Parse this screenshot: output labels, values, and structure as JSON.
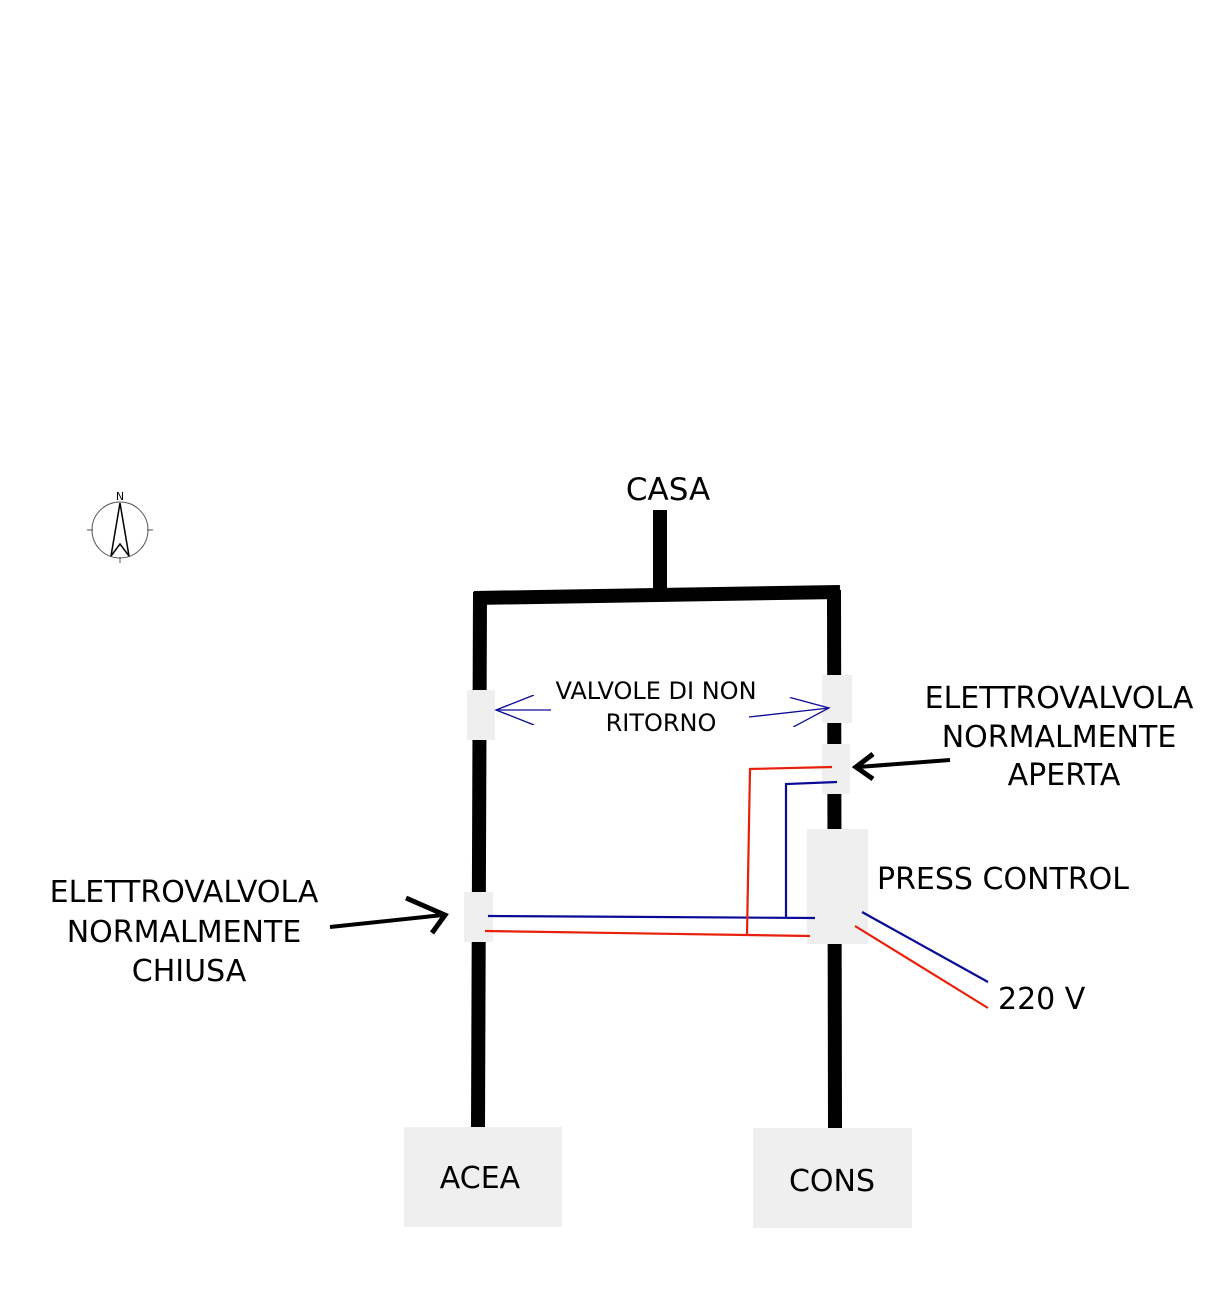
{
  "labels": {
    "casa": "CASA",
    "check_valves": [
      "VALVOLE DI NON",
      "RITORNO"
    ],
    "valve_no": [
      "ELETTROVALVOLA",
      "NORMALMENTE",
      "APERTA"
    ],
    "valve_nc": [
      "ELETTROVALVOLA",
      "NORMALMENTE",
      "CHIUSA"
    ],
    "press_control": "PRESS CONTROL",
    "power": "220 V",
    "acea": "ACEA",
    "cons": "CONS",
    "north": "N"
  },
  "colors": {
    "pipe": "#000000",
    "component": "#efefef",
    "wire_live": "#e8200a",
    "wire_neutral": "#0a0a96",
    "annotation_arrow": "#0a0a96"
  }
}
